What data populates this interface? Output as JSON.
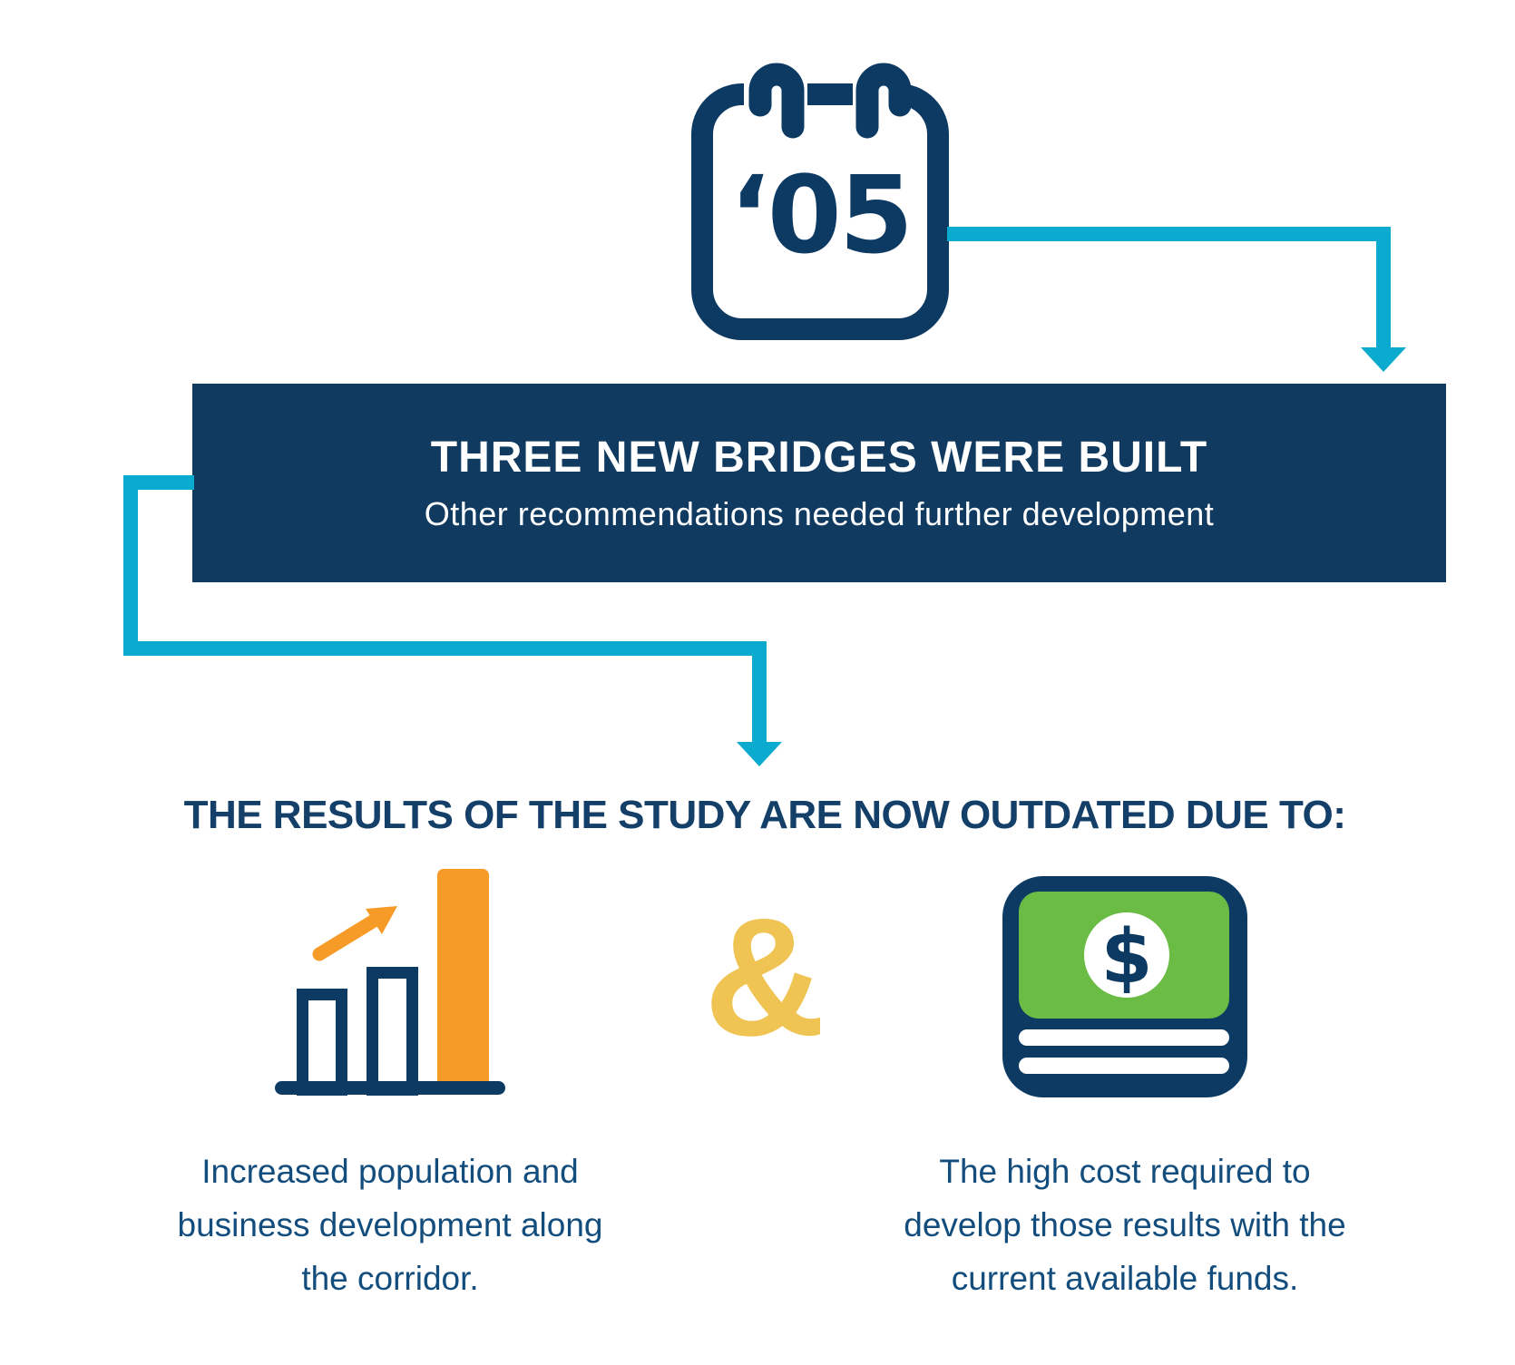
{
  "colors": {
    "navy": "#0d3a63",
    "banner_background": "#113a60",
    "teal_arrow": "#0aabce",
    "orange": "#f79b28",
    "yellow_ampersand": "#f0c453",
    "green_money": "#6abc45",
    "heading_text": "#133f68",
    "caption_text": "#134d7d",
    "white": "#ffffff"
  },
  "calendar": {
    "icon": "calendar-icon",
    "year_label": "‘05"
  },
  "banner": {
    "title": "THREE NEW BRIDGES WERE BUILT",
    "subtitle": "Other recommendations needed further development"
  },
  "section": {
    "heading": "THE RESULTS OF THE STUDY ARE NOW OUTDATED DUE TO:"
  },
  "reasons": {
    "separator": "&",
    "left": {
      "icon": "growth-bar-chart-icon",
      "caption_lines": [
        "Increased population and",
        "business development along",
        "the corridor."
      ]
    },
    "right": {
      "icon": "money-stack-icon",
      "dollar_sign": "$",
      "caption_lines": [
        "The high cost required to",
        "develop those results with the",
        "current available funds."
      ]
    }
  }
}
